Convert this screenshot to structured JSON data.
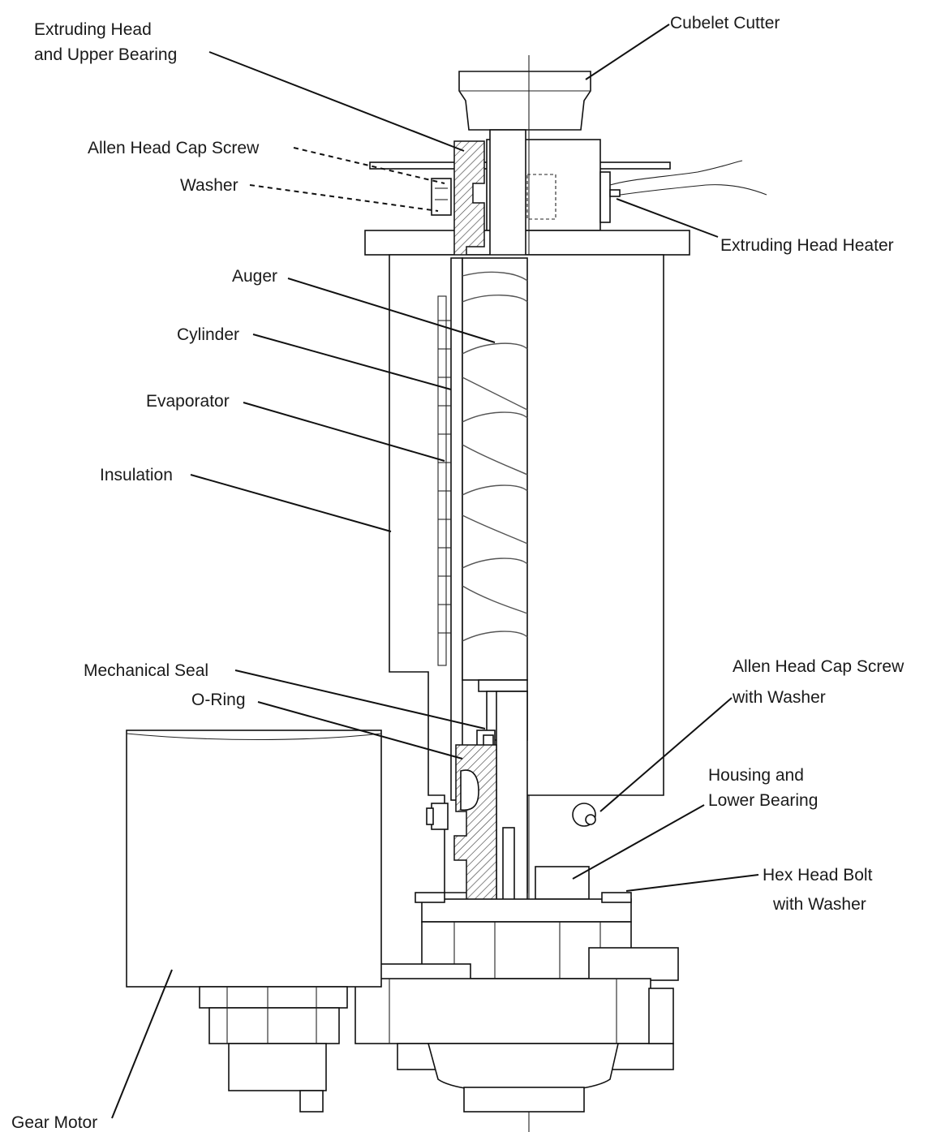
{
  "labels": {
    "cubelet_cutter": "Cubelet Cutter",
    "extruding_head_line1": "Extruding Head",
    "extruding_head_line2": "and Upper Bearing",
    "allen_head_cap_screw_top": "Allen Head Cap Screw",
    "washer": "Washer",
    "extruding_head_heater": "Extruding Head Heater",
    "auger": "Auger",
    "cylinder": "Cylinder",
    "evaporator": "Evaporator",
    "insulation": "Insulation",
    "mechanical_seal": "Mechanical Seal",
    "o_ring": "O-Ring",
    "allen_screw_washer_line1": "Allen Head Cap Screw",
    "allen_screw_washer_line2": "with Washer",
    "housing_line1": "Housing and",
    "housing_line2": "Lower Bearing",
    "hex_bolt_line1": "Hex Head Bolt",
    "hex_bolt_line2": "with Washer",
    "gear_motor": "Gear Motor"
  }
}
